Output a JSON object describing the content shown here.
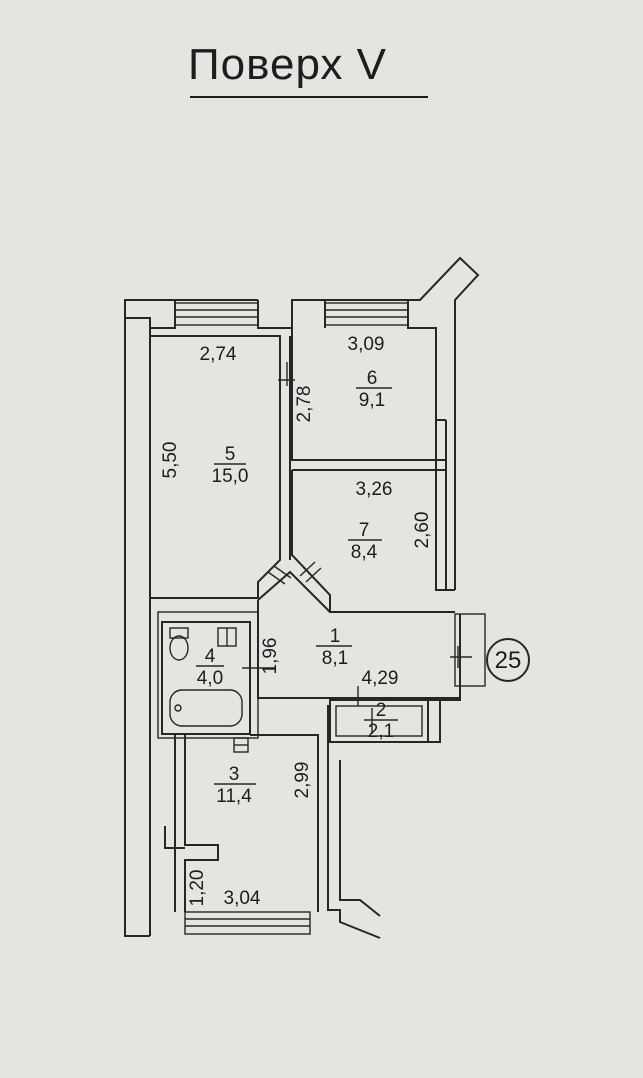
{
  "title": "Поверх V",
  "apartment_number": "25",
  "rooms": [
    {
      "id": "room-5",
      "number": "5",
      "area": "15,0"
    },
    {
      "id": "room-6",
      "number": "6",
      "area": "9,1"
    },
    {
      "id": "room-7",
      "number": "7",
      "area": "8,4"
    },
    {
      "id": "room-1",
      "number": "1",
      "area": "8,1"
    },
    {
      "id": "room-4",
      "number": "4",
      "area": "4,0"
    },
    {
      "id": "room-2",
      "number": "2",
      "area": "2,1"
    },
    {
      "id": "room-3",
      "number": "3",
      "area": "11,4"
    }
  ],
  "dimensions": {
    "room5_width": "2,74",
    "room5_height": "5,50",
    "room6_width": "3,09",
    "room6_height": "2,78",
    "room7_width": "3,26",
    "room7_height": "2,60",
    "room1_width": "4,29",
    "room1_height": "1,96",
    "room3_height": "2,99",
    "room3_width": "3,04",
    "room3_niche": "1,20"
  }
}
